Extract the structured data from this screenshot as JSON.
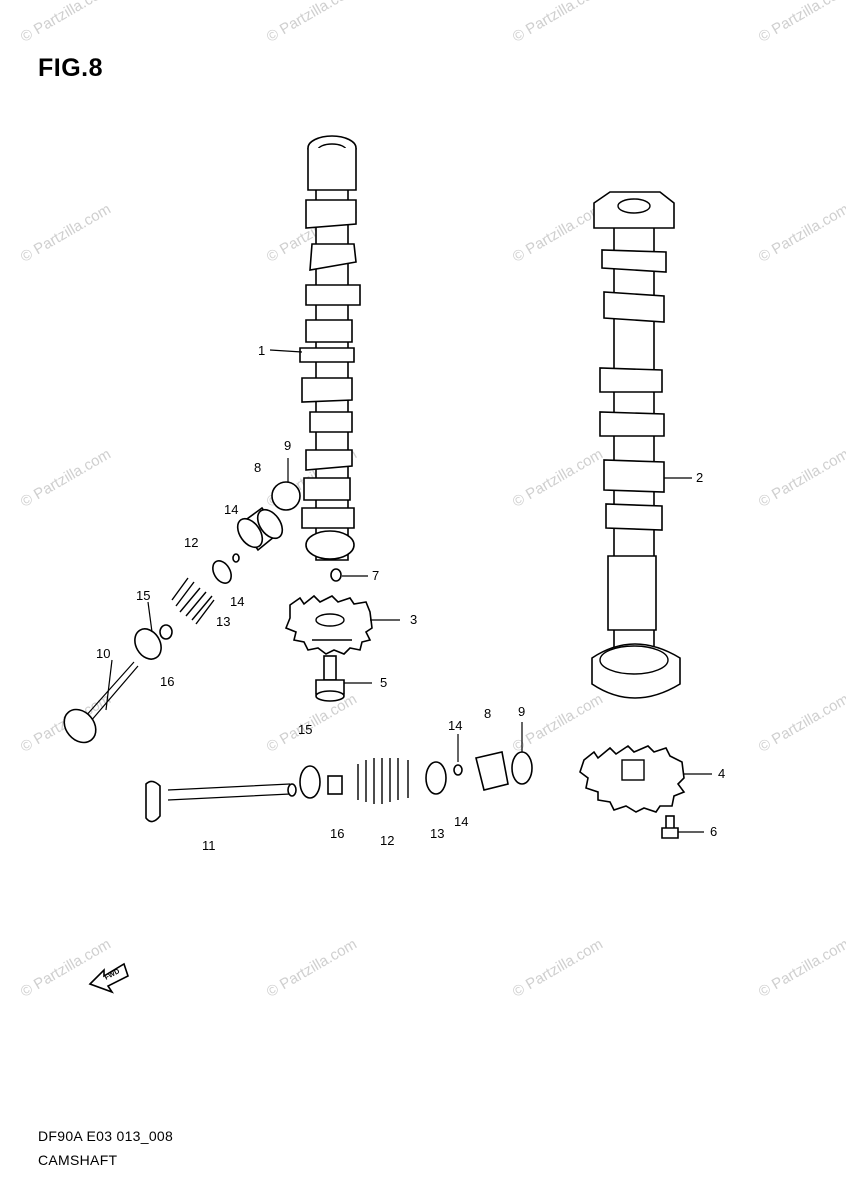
{
  "figure": {
    "title": "FIG.8",
    "code": "DF90A E03 013_008",
    "name": "CAMSHAFT"
  },
  "watermark": {
    "text": "© Partzilla.com",
    "color": "#cfcfcf"
  },
  "callouts": [
    {
      "id": "c1",
      "label": "1"
    },
    {
      "id": "c2",
      "label": "2"
    },
    {
      "id": "c3",
      "label": "3"
    },
    {
      "id": "c4",
      "label": "4"
    },
    {
      "id": "c5",
      "label": "5"
    },
    {
      "id": "c6",
      "label": "6"
    },
    {
      "id": "c7",
      "label": "7"
    },
    {
      "id": "c8a",
      "label": "8"
    },
    {
      "id": "c9a",
      "label": "9"
    },
    {
      "id": "c14a",
      "label": "14"
    },
    {
      "id": "c12a",
      "label": "12"
    },
    {
      "id": "c15a",
      "label": "15"
    },
    {
      "id": "c13a",
      "label": "13"
    },
    {
      "id": "c14b",
      "label": "14"
    },
    {
      "id": "c10",
      "label": "10"
    },
    {
      "id": "c16a",
      "label": "16"
    },
    {
      "id": "c15b",
      "label": "15"
    },
    {
      "id": "c14c",
      "label": "14"
    },
    {
      "id": "c8b",
      "label": "8"
    },
    {
      "id": "c9b",
      "label": "9"
    },
    {
      "id": "c11",
      "label": "11"
    },
    {
      "id": "c16b",
      "label": "16"
    },
    {
      "id": "c12b",
      "label": "12"
    },
    {
      "id": "c13b",
      "label": "13"
    },
    {
      "id": "c14d",
      "label": "14"
    }
  ],
  "direction_badge": "FWD"
}
